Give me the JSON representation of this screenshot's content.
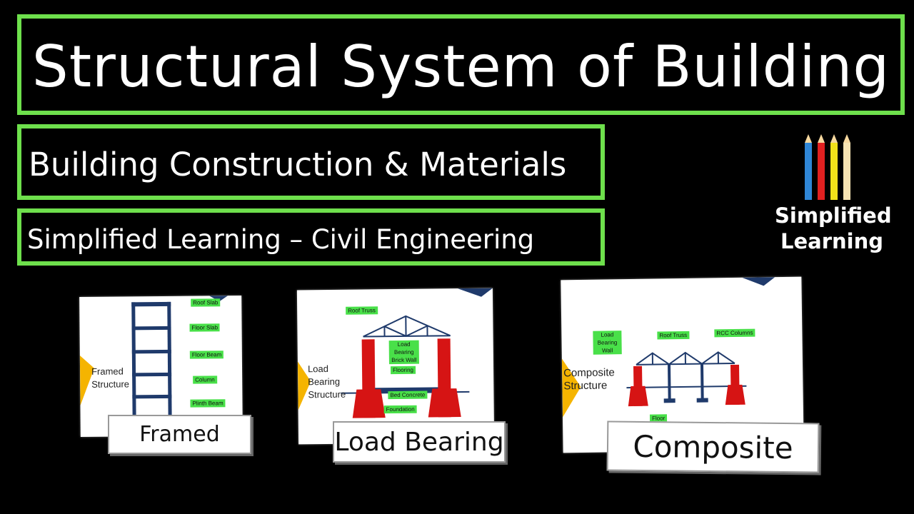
{
  "title": "Structural System of Building",
  "subtitle1": "Building Construction & Materials",
  "subtitle2": "Simplified Learning – Civil Engineering",
  "logo": {
    "line1": "Simplified",
    "line2": "Learning",
    "pencil_colors": [
      "#2f86d6",
      "#e02020",
      "#f2e11a",
      "#f7e3b2"
    ]
  },
  "colors": {
    "accent_green": "#6ee04c",
    "background": "#000000",
    "tag_green": "#49e049",
    "structure_red": "#d61414",
    "structure_blue": "#1f3a6b"
  },
  "cards": {
    "framed": {
      "side_label": [
        "Framed",
        "Structure"
      ],
      "tags": [
        "Roof Slab",
        "Floor Slab",
        "Floor Beam",
        "Column",
        "Plinth Beam"
      ],
      "caption": "Framed"
    },
    "load_bearing": {
      "side_label": [
        "Load",
        "Bearing",
        "Structure"
      ],
      "tags": [
        "Roof Truss",
        "Load Bearing Brick Wall",
        "Flooring",
        "Bed Concrete",
        "Foundation"
      ],
      "caption": "Load Bearing"
    },
    "composite": {
      "side_label": [
        "Composite",
        "Structure"
      ],
      "tags": [
        "Load Bearing Wall",
        "Roof Truss",
        "RCC Columns",
        "Floor"
      ],
      "caption": "Composite"
    }
  }
}
